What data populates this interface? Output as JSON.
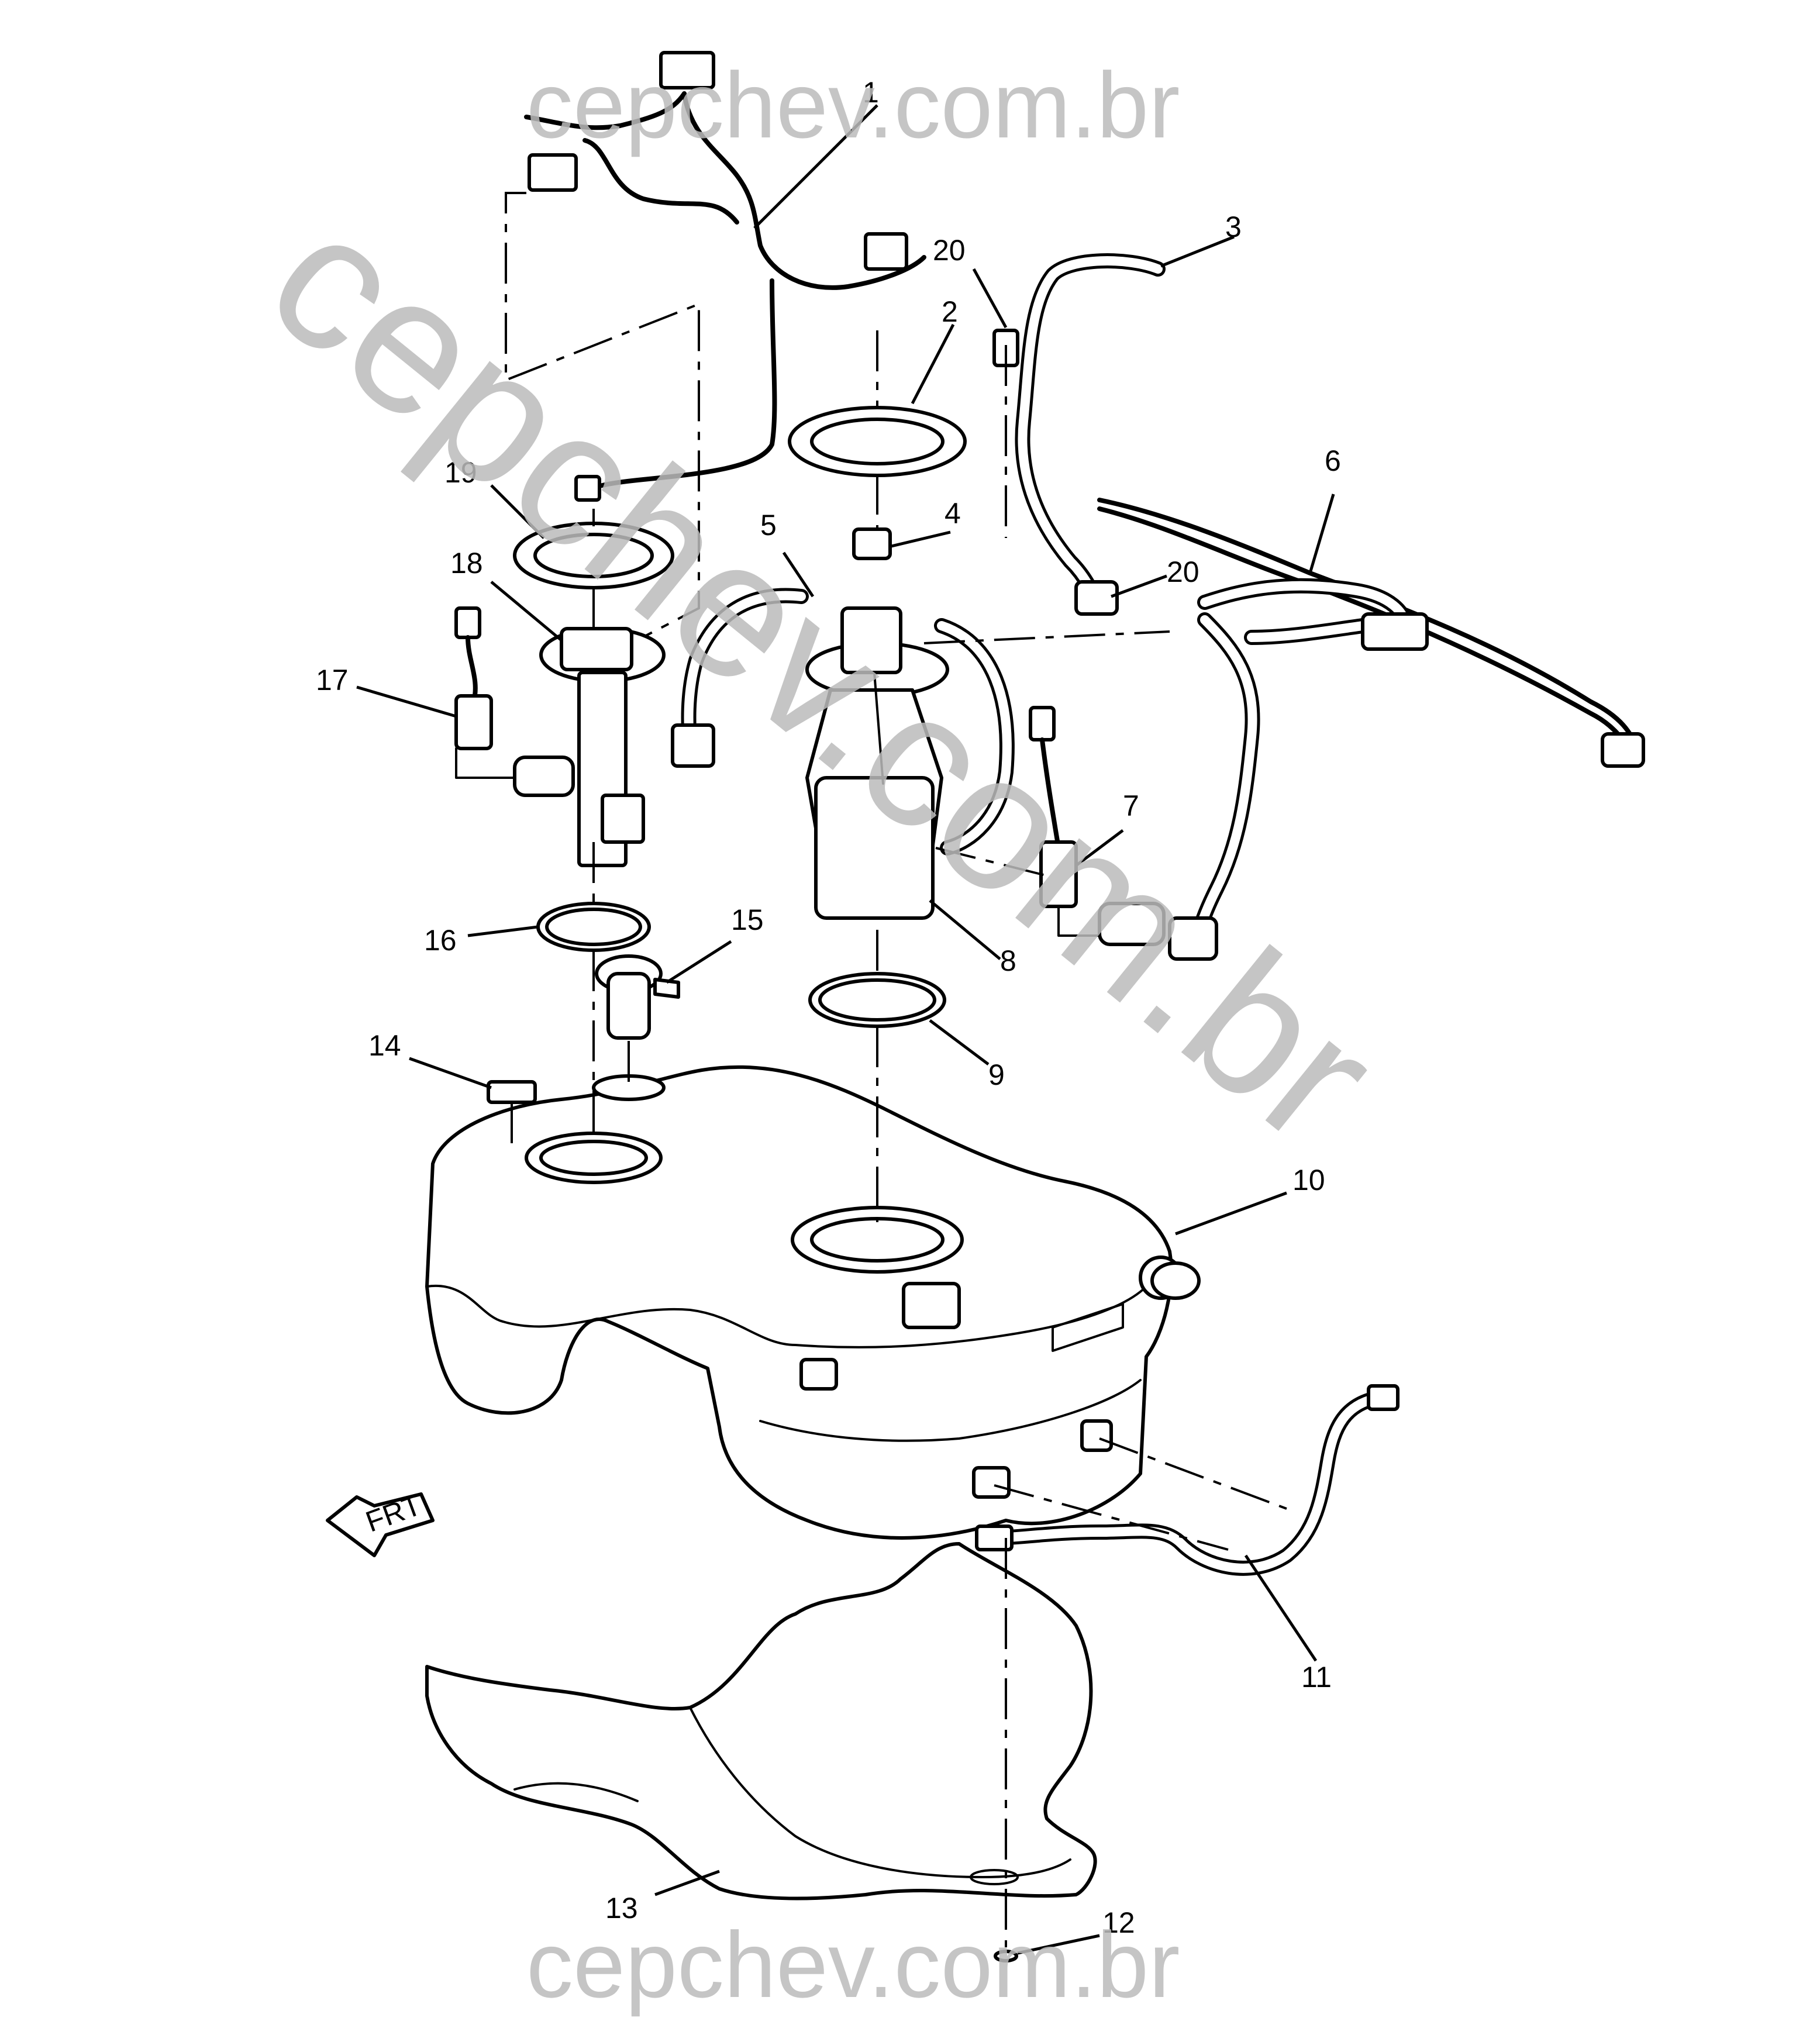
{
  "watermarks": {
    "top": "cepchev.com.br",
    "bottom": "cepchev.com.br",
    "diagonal": "cepchev.com.br"
  },
  "front_indicator": "FRT",
  "callouts": [
    {
      "id": "c1",
      "label": "1"
    },
    {
      "id": "c2",
      "label": "2"
    },
    {
      "id": "c3",
      "label": "3"
    },
    {
      "id": "c4",
      "label": "4"
    },
    {
      "id": "c5",
      "label": "5"
    },
    {
      "id": "c6",
      "label": "6"
    },
    {
      "id": "c7",
      "label": "7"
    },
    {
      "id": "c8",
      "label": "8"
    },
    {
      "id": "c9",
      "label": "9"
    },
    {
      "id": "c10",
      "label": "10"
    },
    {
      "id": "c11",
      "label": "11"
    },
    {
      "id": "c12",
      "label": "12"
    },
    {
      "id": "c13",
      "label": "13"
    },
    {
      "id": "c14",
      "label": "14"
    },
    {
      "id": "c15",
      "label": "15"
    },
    {
      "id": "c16",
      "label": "16"
    },
    {
      "id": "c17",
      "label": "17"
    },
    {
      "id": "c18",
      "label": "18"
    },
    {
      "id": "c19",
      "label": "19"
    },
    {
      "id": "c20a",
      "label": "20"
    },
    {
      "id": "c20b",
      "label": "20"
    }
  ]
}
